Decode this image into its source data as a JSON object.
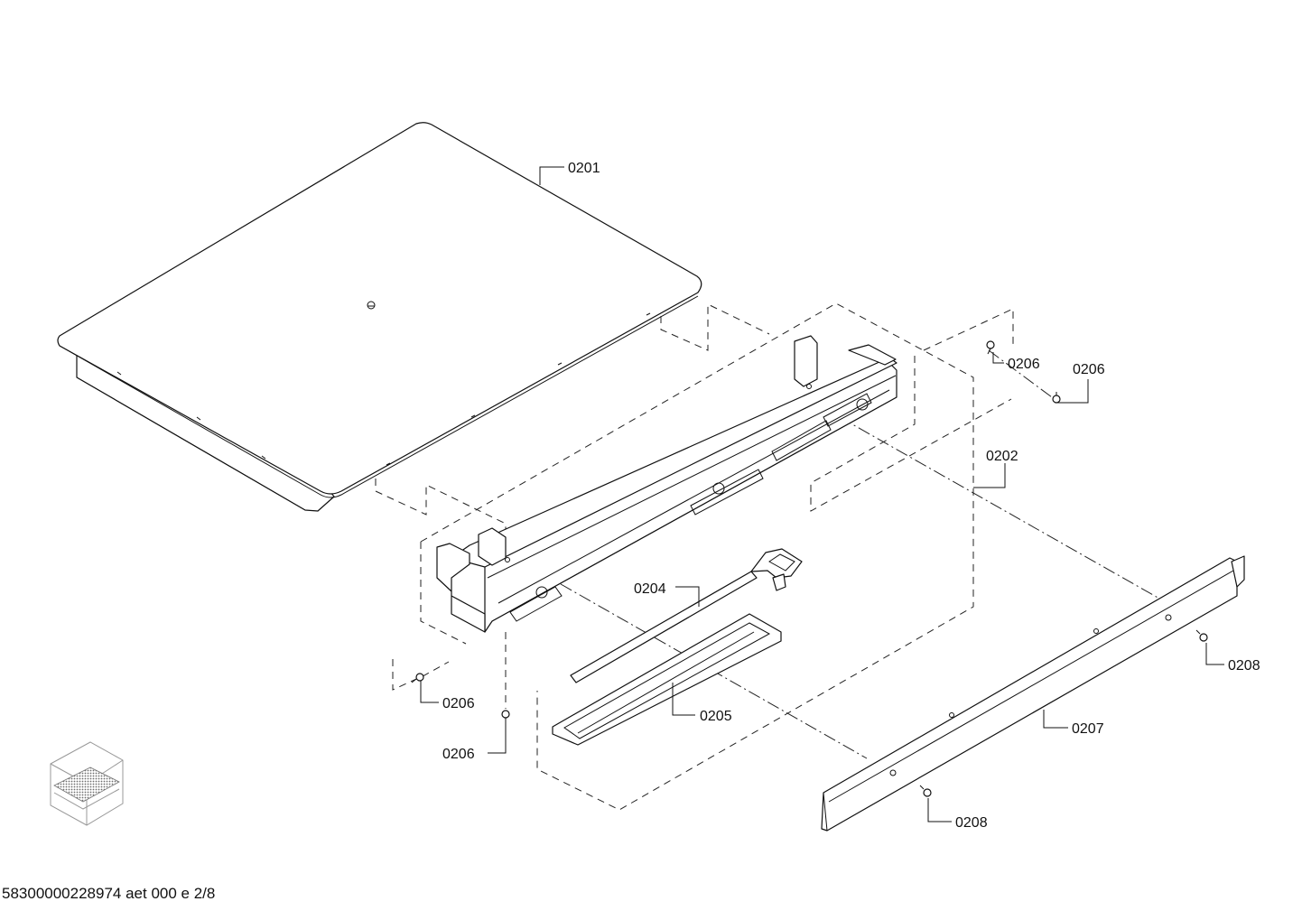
{
  "callouts": {
    "c0201": "0201",
    "c0202": "0202",
    "c0204": "0204",
    "c0205": "0205",
    "c0206a": "0206",
    "c0206b": "0206",
    "c0206c": "0206",
    "c0206d": "0206",
    "c0207": "0207",
    "c0208a": "0208",
    "c0208b": "0208"
  },
  "footer": {
    "document_id": "58300000228974 aet 000 e 2/8"
  },
  "colors": {
    "line": "#111111",
    "background": "#ffffff",
    "orientation_fill": "#8a8a8a"
  },
  "icons": {
    "orientation": "orientation-cube-icon",
    "screw": "screw-icon"
  }
}
